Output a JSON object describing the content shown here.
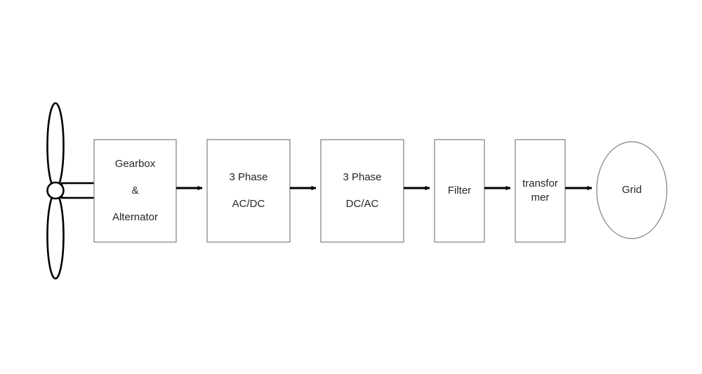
{
  "diagram": {
    "title": "Wind turbine grid connection block diagram",
    "background_color": "#ffffff",
    "line_color": "#000000",
    "block_border_color": "#7f7f7f",
    "text_color": "#262626",
    "turbine": {
      "name": "wind-turbine",
      "blade_count": 2,
      "hub_label": "",
      "shaft_label": ""
    },
    "blocks": [
      {
        "id": "gearbox-alternator",
        "lines": [
          "Gearbox",
          "&",
          "Alternator"
        ],
        "shape": "rectangle"
      },
      {
        "id": "ac-dc-converter",
        "lines": [
          "3 Phase",
          "AC/DC"
        ],
        "shape": "rectangle"
      },
      {
        "id": "dc-ac-inverter",
        "lines": [
          "3 Phase",
          "DC/AC"
        ],
        "shape": "rectangle"
      },
      {
        "id": "filter",
        "lines": [
          "Filter"
        ],
        "shape": "rectangle"
      },
      {
        "id": "transformer",
        "lines": [
          "transfor",
          "mer"
        ],
        "shape": "rectangle"
      },
      {
        "id": "grid",
        "lines": [
          "Grid"
        ],
        "shape": "ellipse"
      }
    ],
    "connections": [
      {
        "id": "shaft-to-gearbox",
        "from": "wind-turbine",
        "to": "gearbox-alternator",
        "style": "shaft"
      },
      {
        "id": "gearbox-to-acdc",
        "from": "gearbox-alternator",
        "to": "ac-dc-converter",
        "style": "arrow"
      },
      {
        "id": "acdc-to-dcac",
        "from": "ac-dc-converter",
        "to": "dc-ac-inverter",
        "style": "arrow"
      },
      {
        "id": "dcac-to-filter",
        "from": "dc-ac-inverter",
        "to": "filter",
        "style": "arrow"
      },
      {
        "id": "filter-to-transformer",
        "from": "filter",
        "to": "transformer",
        "style": "arrow"
      },
      {
        "id": "transformer-to-grid",
        "from": "transformer",
        "to": "grid",
        "style": "arrow"
      }
    ]
  }
}
